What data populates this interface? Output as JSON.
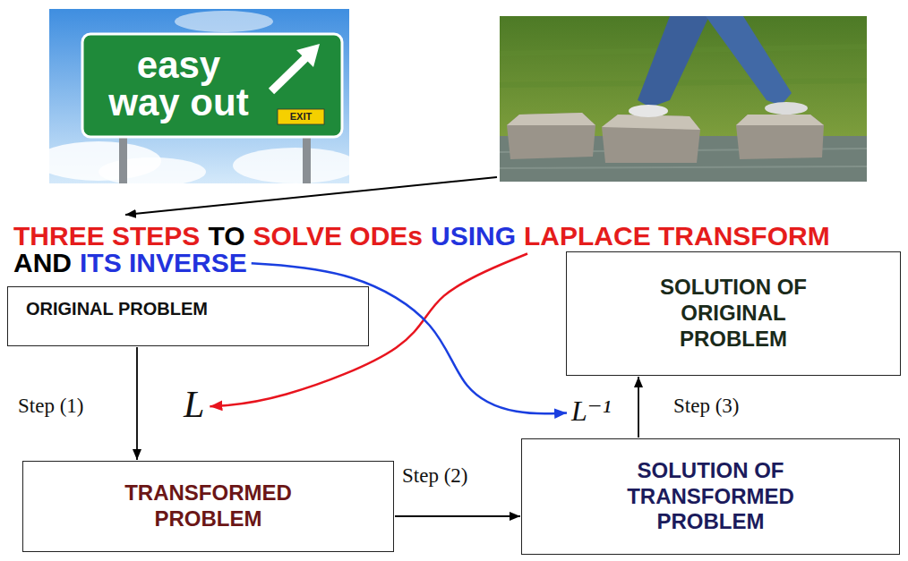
{
  "diagram": {
    "nodes": [
      {
        "text": [
          "ORIGINAL PROBLEM"
        ]
      },
      {
        "text": [
          "TRANSFORMED PROBLEM"
        ]
      },
      {
        "text": [
          "SOLUTION OF TRANSFORMED PROBLEM"
        ]
      },
      {
        "text": [
          "SOLUTION OF ORIGINAL PROBLEM"
        ]
      }
    ],
    "edges": [
      {
        "from": 0,
        "to": 1,
        "arrow": "to",
        "label": "Step (1)"
      },
      {
        "from": 1,
        "to": 2,
        "arrow": "to",
        "label": "Step (2)"
      },
      {
        "from": 2,
        "to": 3,
        "arrow": "to",
        "label": "Step (3)"
      }
    ],
    "labels": [
      "easy way out",
      "EXIT",
      "THREE STEPS",
      "TO",
      "SOLVE ODEs",
      "USING",
      "LAPLACE TRANSFORM",
      "AND",
      "ITS INVERSE",
      "L",
      "L⁻¹"
    ]
  }
}
